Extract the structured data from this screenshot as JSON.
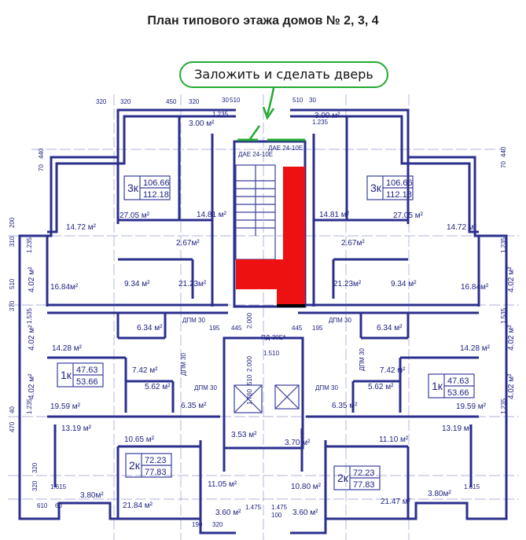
{
  "title": "План типового этажа домов № 2, 3, 4",
  "annotation": {
    "text": "Заложить и сделать дверь",
    "color": "#22aa33",
    "highlight_color": "#ee1111"
  },
  "apartments": [
    {
      "id": "left-3k",
      "type": "3к",
      "area_living": "106.66",
      "area_total": "112.18"
    },
    {
      "id": "right-3k",
      "type": "3к",
      "area_living": "106.66",
      "area_total": "112.18"
    },
    {
      "id": "left-1k",
      "type": "1к",
      "area_living": "47.63",
      "area_total": "53.66"
    },
    {
      "id": "right-1k",
      "type": "1к",
      "area_living": "47.63",
      "area_total": "53.66"
    },
    {
      "id": "left-2k",
      "type": "2к",
      "area_living": "72.23",
      "area_total": "77.83"
    },
    {
      "id": "right-2k",
      "type": "2к",
      "area_living": "72.23",
      "area_total": "77.83"
    }
  ],
  "rooms": {
    "l_balcony_top": "3.00 м²",
    "r_balcony_top": "3.00 м²",
    "l_27": "27.05 м²",
    "r_27": "27.05 м²",
    "l_1481": "14.81 м²",
    "r_1481": "14.81 м²",
    "l_1472": "14.72 м²",
    "r_1472": "14.72 м²",
    "l_267": "2.67м²",
    "r_267": "2.67м²",
    "l_1684": "16.84м²",
    "r_1684": "16.84м²",
    "l_934": "9.34 м²",
    "r_934": "9.34 м²",
    "l_2123": "21.23м²",
    "r_2123": "21.23м²",
    "l_634": "6.34 м²",
    "r_634": "6.34 м²",
    "l_1428": "14.28 м²",
    "r_1428": "14.28 м²",
    "l_742": "7.42 м²",
    "r_742": "7.42 м²",
    "l_562": "5.62 м²",
    "r_562": "5.62 м²",
    "l_635": "6.35 м²",
    "r_635": "6.35 м²",
    "l_1959": "19.59 м²",
    "r_1959": "19.59 м²",
    "l_1319": "13.19 м²",
    "r_1319": "13.19 м²",
    "l_1065": "10.65 м²",
    "r_1110": "11.10 м²",
    "l_353": "3.53 м²",
    "r_370": "3.70 м²",
    "l_1105": "11.05 м²",
    "r_1080": "10.80 м²",
    "l_380": "3.80м²",
    "r_380": "3.80м²",
    "l_2184": "21.84 м²",
    "r_2147": "21.47 м²",
    "l_360": "3.60 м²",
    "r_360": "3.60 м²",
    "l_402a": "4.02 м²",
    "l_402b": "4.02 м²",
    "l_402c": "4.02 м²",
    "r_402a": "4.02 м²",
    "r_402b": "4.02 м²",
    "r_402c": "4.02 м²"
  },
  "doors": {
    "dae_left": "ДАЕ 24-10Е",
    "dae_right": "ДАЕ 24-10Е",
    "dpm_1": "ДПМ 30",
    "dpm_2": "ДПМ 30",
    "dpm_3": "ДПМ 30",
    "dpm_4": "ДПМ 30",
    "dpm_5": "ДПМ 30",
    "dpm_6": "ДПМ 30",
    "pd": "ПД-30Е*"
  },
  "dims": {
    "t1": "320",
    "t2": "320",
    "t3": "450",
    "t4": "320",
    "t5": "30",
    "t6": "510",
    "t7": "510",
    "t8": "30",
    "t9": "1.235",
    "t10": "1.235",
    "l_440": "440",
    "l_70": "70",
    "r_440": "440",
    "r_70": "70",
    "l_200": "200",
    "l_310": "310",
    "l_510": "510",
    "l_370": "370",
    "l_40": "40",
    "l_470": "470",
    "l_1235a": "1.235",
    "l_1535": "1.535",
    "l_1235b": "1.235",
    "r_1235a": "1.235",
    "r_1535": "1.535",
    "r_1235b": "1.235",
    "c_195a": "195",
    "c_445a": "445",
    "c_445b": "445",
    "c_195b": "195",
    "c_2000a": "2.000",
    "c_2000b": "2.000",
    "c_1510": "1.510",
    "c_510": "510",
    "c_1760": "1.760",
    "l_1615": "1.615",
    "r_1615": "1.615",
    "l_320a": "320",
    "l_320b": "320",
    "l_610": "610",
    "l_60": "60",
    "b_190": "190",
    "b_320": "320",
    "b_1475a": "1.475",
    "b_1475b": "1.475",
    "b_100": "100"
  }
}
